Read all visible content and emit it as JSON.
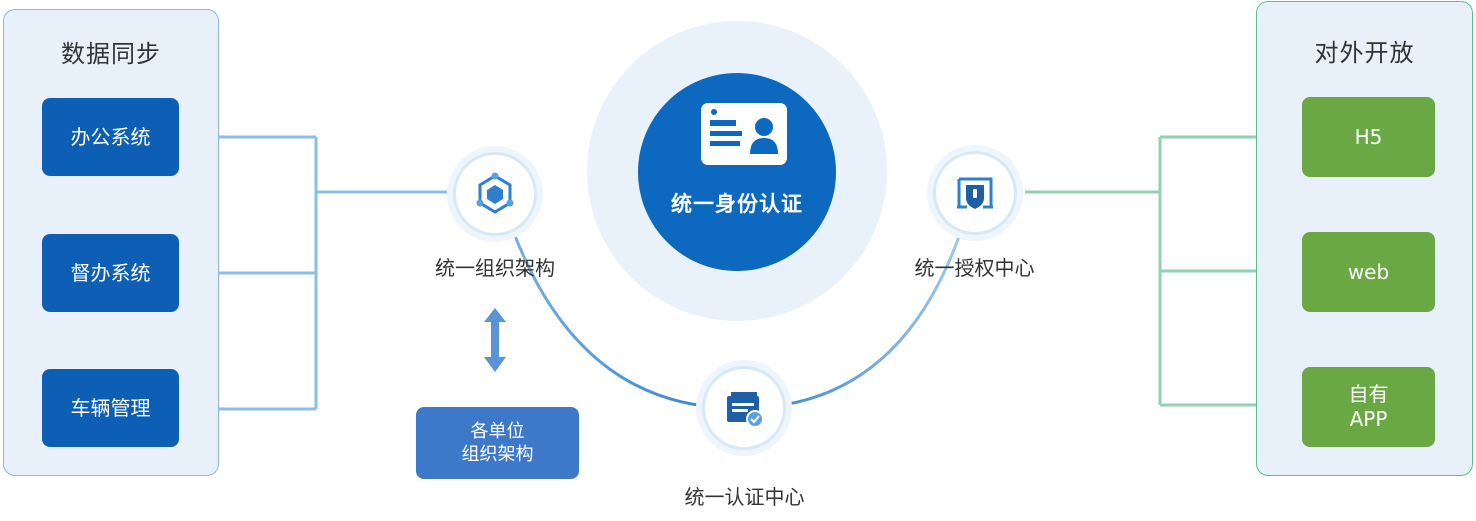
{
  "left_panel": {
    "title": "数据同步",
    "items": [
      "办公系统",
      "督办系统",
      "车辆管理"
    ]
  },
  "right_panel": {
    "title": "对外开放",
    "items": [
      {
        "line1": "H5",
        "line2": ""
      },
      {
        "line1": "web",
        "line2": ""
      },
      {
        "line1": "自有",
        "line2": "APP"
      }
    ]
  },
  "center": {
    "core_label": "统一身份认证",
    "org_label": "统一组织架构",
    "auth_label": "统一授权中心",
    "cert_label": "统一认证中心"
  },
  "unit_box": {
    "line1": "各单位",
    "line2": "组织架构"
  },
  "icons": {
    "core": "id-card-icon",
    "org": "hexagon-network-icon",
    "auth": "shield-lock-icon",
    "cert": "certificate-check-icon",
    "bidirectional": "double-arrow-vertical-icon"
  },
  "colors": {
    "blue_primary": "#0d5fb5",
    "green_primary": "#6aa843",
    "line_blue": "#8cbde6",
    "line_green": "#8fd1b0"
  }
}
